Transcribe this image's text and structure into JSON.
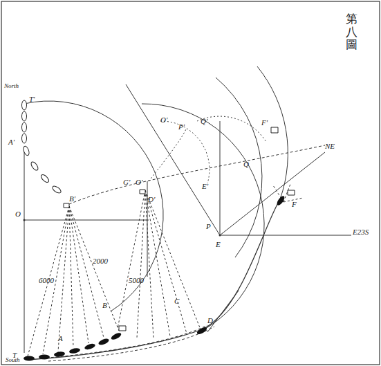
{
  "diagram": {
    "title": "第八圖",
    "labels": [
      "North",
      "T'",
      "A'",
      "B'",
      "O",
      "G'",
      "O'",
      "D'",
      "O'",
      "P'",
      "Q'",
      "E'",
      "F'",
      "Q",
      "P",
      "E",
      "NE",
      "E23S",
      "F",
      "D",
      "C",
      "B",
      "A",
      "T",
      "South",
      "6000",
      "2000",
      "5000"
    ]
  }
}
